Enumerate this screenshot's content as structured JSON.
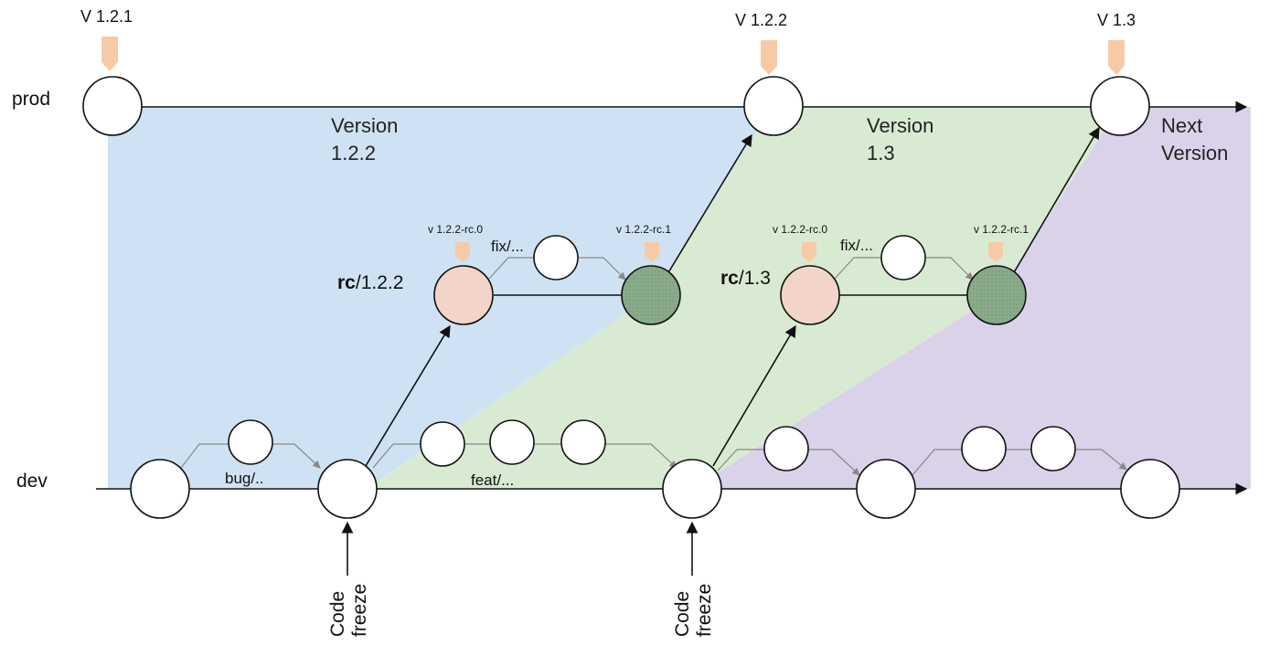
{
  "lanes": {
    "prod": "prod",
    "dev": "dev"
  },
  "release_tags": [
    {
      "label": "V 1.2.1"
    },
    {
      "label": "V 1.2.2"
    },
    {
      "label": "V 1.3"
    }
  ],
  "rc_tags": [
    {
      "label": "v 1.2.2-rc.0"
    },
    {
      "label": "v 1.2.2-rc.1"
    },
    {
      "label": "v 1.2.2-rc.0"
    },
    {
      "label": "v 1.2.2-rc.1"
    }
  ],
  "version_regions": [
    {
      "line1": "Version",
      "line2": "1.2.2"
    },
    {
      "line1": "Version",
      "line2": "1.3"
    },
    {
      "line1": "Next",
      "line2": "Version"
    }
  ],
  "release_branches": [
    {
      "prefix": "rc",
      "suffix": "/1.2.2"
    },
    {
      "prefix": "rc",
      "suffix": "/1.3"
    }
  ],
  "branch_labels": {
    "bug": "bug/..",
    "feat": "feat/...",
    "fix1": "fix/...",
    "fix2": "fix/..."
  },
  "code_freeze": [
    {
      "line1": "Code",
      "line2": "freeze"
    },
    {
      "line1": "Code",
      "line2": "freeze"
    }
  ],
  "colors": {
    "region_blue": "#cfe2f3",
    "region_green": "#d9ead3",
    "region_purple": "#d9d2e9",
    "rc_start": "#f2d5c8",
    "rc_release": "#8aab8a",
    "tag_arrow": "#f7caa7",
    "branch_line": "#888888"
  }
}
